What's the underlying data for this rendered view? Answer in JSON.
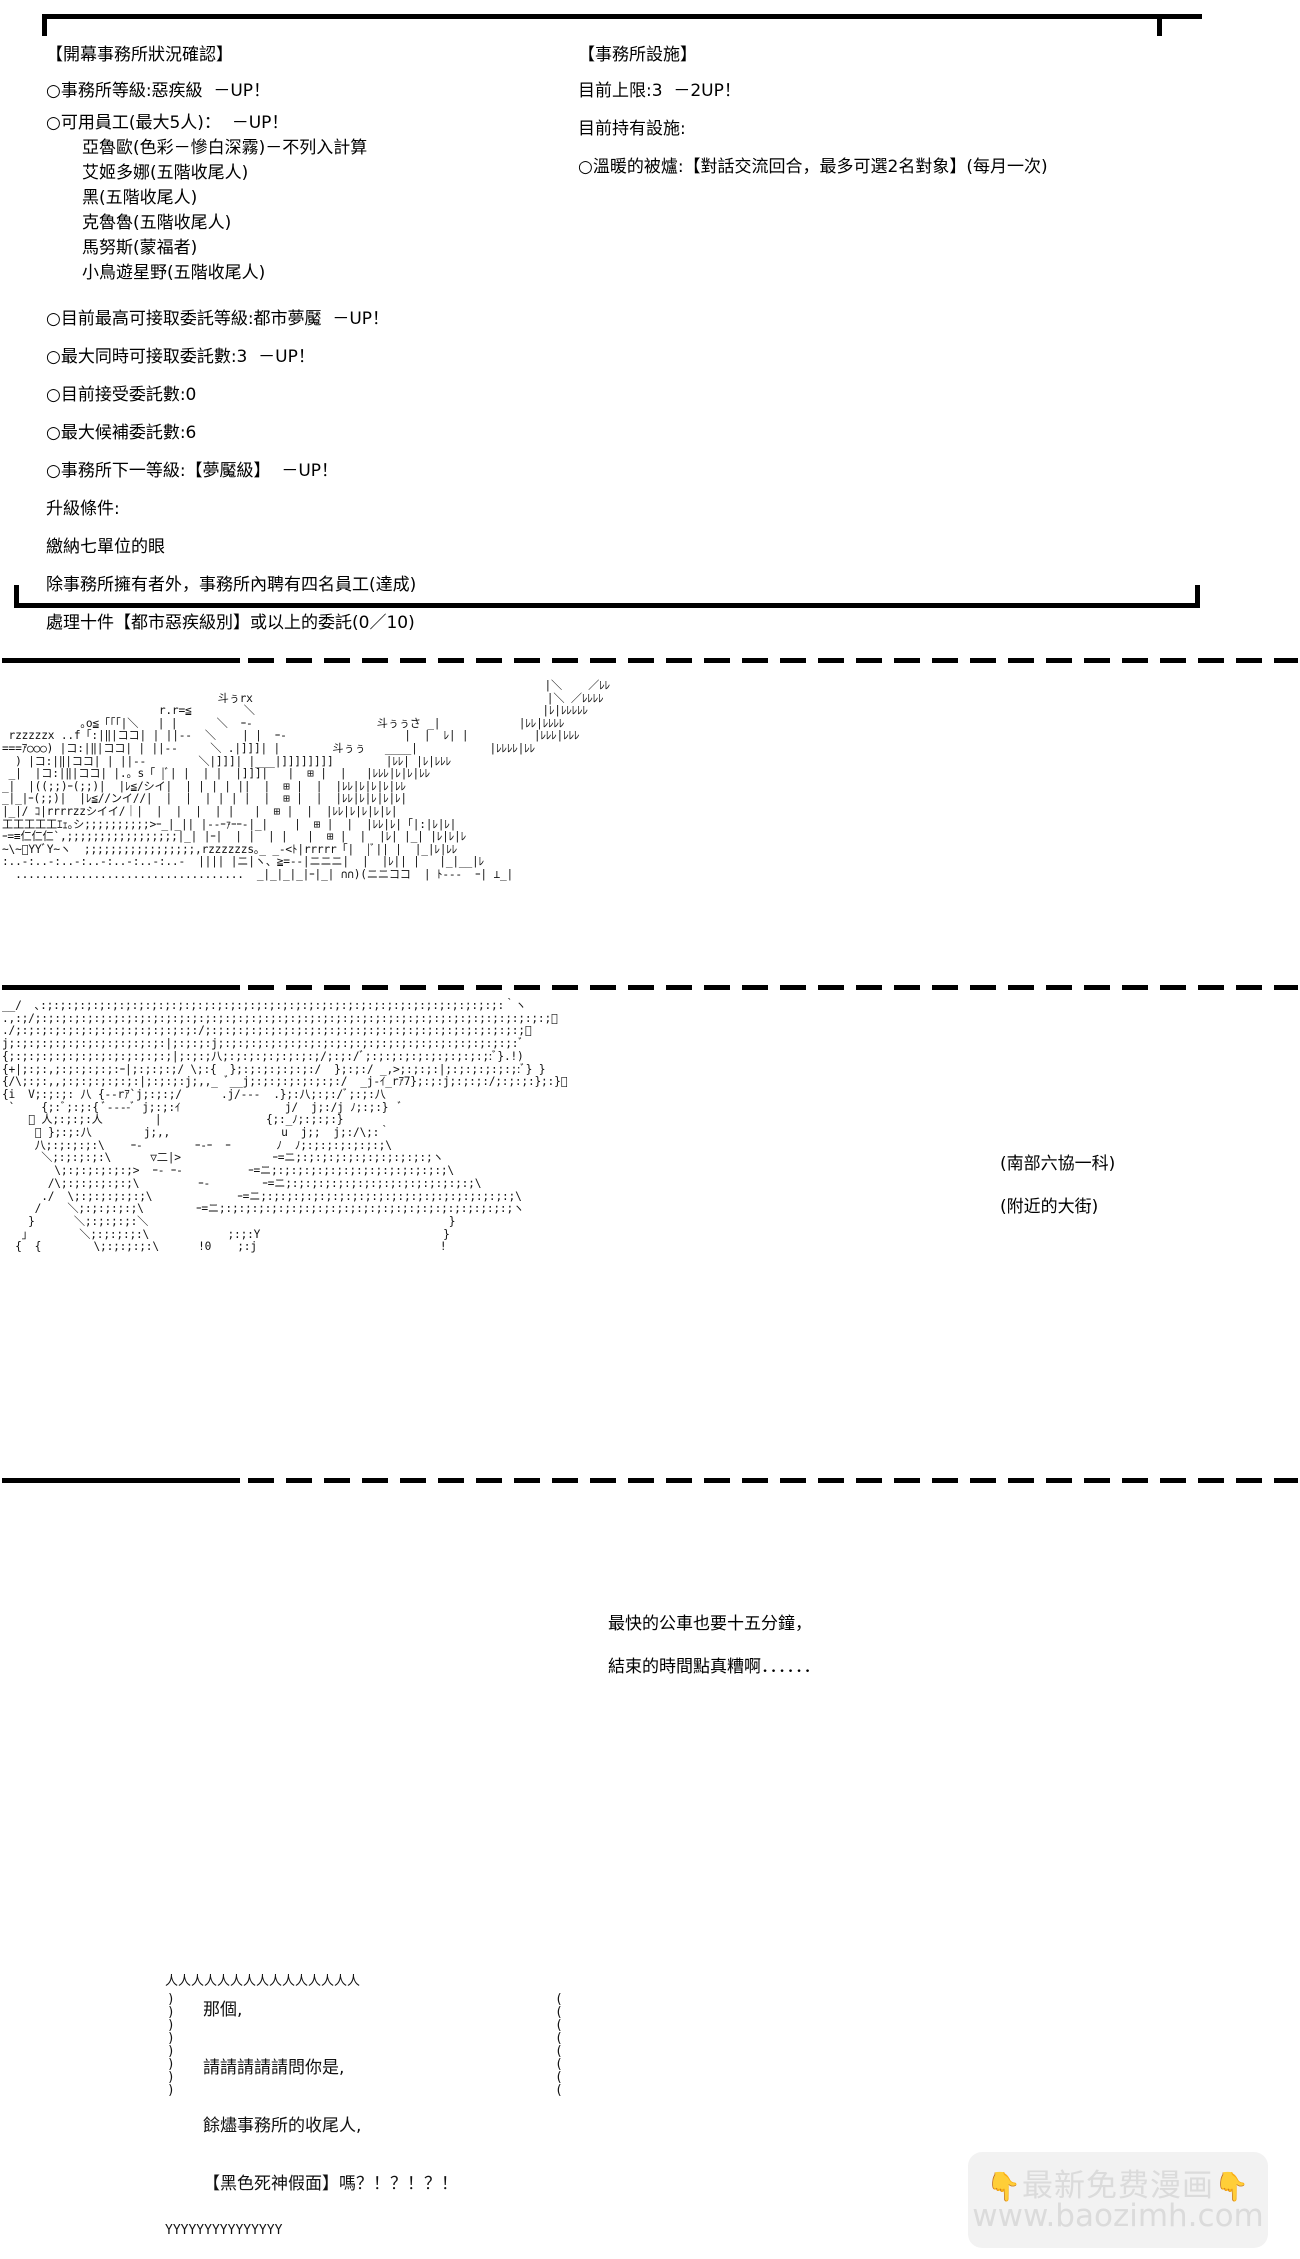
{
  "status_panel": {
    "left_column": {
      "heading": "【開幕事務所狀況確認】",
      "rank_line": "○事務所等級:惡疾級  －UP！",
      "staff_heading": "○可用員工(最大5人)：  －UP！",
      "staff": [
        "亞魯歐(色彩－慘白深霧)－不列入計算",
        "艾姬多娜(五階收尾人)",
        "黑(五階收尾人)",
        "克魯魯(五階收尾人)",
        "馬努斯(蒙福者)",
        "小鳥遊星野(五階收尾人)"
      ],
      "max_rank_line": "○目前最高可接取委託等級:都市夢魘  －UP！",
      "max_concurrent_line": "○最大同時可接取委託數:3  －UP！",
      "current_accepted_line": "○目前接受委託數:0",
      "max_candidate_line": "○最大候補委託數:6",
      "next_rank_line": "○事務所下一等級:【夢魘級】  －UP！",
      "upgrade_heading": "升級條件:",
      "upgrade_conditions": [
        "繳納七單位的眼",
        "除事務所擁有者外，事務所內聘有四名員工(達成)",
        "處理十件【都市惡疾級別】或以上的委託(0／10)"
      ]
    },
    "right_column": {
      "heading": "【事務所設施】",
      "limit_line": "目前上限:3  －2UP！",
      "owned_heading": "目前持有設施:",
      "facilities": [
        "○溫暖的被爐:【對話交流回合，最多可選2名對象】(每月一次)"
      ]
    }
  },
  "scene": {
    "location_label": "(南部六協一科)",
    "sublocation_label": "(附近的大街)",
    "city_art": "                                                                                   |＼    ／ﾚﾚ\n                                 斗ぅrx                                             |＼ ／ﾚﾚﾚﾚ\n                        r.r=≦        ＼                                            |ﾚ|ﾚﾚﾚﾚﾚ\n            ｡o≦「「「|＼   | |      ＼  ｰ-                   斗ぅぅさ _|            |ﾚﾚ|ﾚﾚﾚﾚ\n rzzzzzx ..f「:|‖|ココ| | ||--  ＼    | |  ｰ-                  |  |  ﾚ| |          |ﾚﾚﾚ|ﾚﾚﾚ\n===ｱ○○○) |コ:|‖|ココ| | ||--     ＼ .|]]]| |        斗ぅぅ   ____|           |ﾚﾚﾚﾚ|ﾚﾚ\n  ) |コ:|‖|ココ| | ||--        ＼|]]]| |___|]]]]]]]]        |ﾚﾚ| |ﾚ|ﾚﾚﾚ\n _|  |コ:|‖|ココ| |.。s「 |ﾞ| |  | |  |]]]|   |  ⊞ |  |   |ﾚﾚﾚ|ﾚ|ﾚ|ﾚﾚ\n_|  |((;;)ｰ(;;)|  |ﾚ≦/シイ|  | | | | ||  |  ⊞ |  |  |ﾚﾚ|ﾚ|ﾚ|ﾚ|ﾚﾚ\n_|_|ｰ(;;)|  |ﾚ≦//ンイ//|  |  |  | | | |  |  ⊞ |  |  |ﾚﾚ|ﾚ|ﾚ|ﾚ|ﾚ|\n|_|/ ｺ|rrrrzzシイイ/｜|  |  |  |  | |   |  ⊞ |  |  |ﾚﾚ|ﾚ|ﾚ|ﾚ|ﾚ|\n工工工工工ｴｪ｡シ;;;;;;;;;;>ｰ_|_|| |--ｰｧｰｰ-|_|    |  ⊞ |  |  |ﾚﾚ|ﾚ|「|:|ﾚ|ﾚ|\nｰ=≡仁仁仁`,;;;;;;;;;;;;;;;;;|_| |ｰ|  | |  | |   |  ⊞ |  |  |ﾚ| |_| |ﾚ|ﾚ|ﾚ\n~\\~ﾞYYﾞY~ヽ  ;;;;;;;;;;;;;;;;;,rzzzzzzs｡_ _-<ﾄ|rrrrr「|  |ﾞ|| |  |_|ﾚ|ﾚﾚ\n:..-:..-:..-:..-:..-:..-:..-  |||| |ニ|ヽ、≧=--|ニニニ|  |  |ﾚ|| |   |_|__|ﾚ\n  ...................................  _|_|_|_|ｰ|_| ∩∩)(ニニココ  | ﾄ---  ｰ| ⊥_|",
    "girl_art": "__/  ､:;:;:;:;:;:;:;:;:;:;:;:;:;:;:;:;:;:;:;:;:;:;:;:;:;:;:;:;:;:;:;:;:;:;:;:｀ヽ\n.,:;/;:;:;:;:;:;:;:;:;:;:;:;:;:;:;:;:;:;:;:;:;:;:;:;:;:;:;:;:;:;:;:;:;:;:;:;:;:;:;:;ﾞ\n./;:;:;:;:;:;:;:;:;:;:;:;:;:;:/;:;:;:;:;:;:;:;:;:;:;:;:;:;:;:;:;:;:;:;:;:;:;:;:;ﾞ\nj;:;:;:;:;:;:;:;:;:;:;:;:|;:;:;:j;:;:;:;:;:;:;:;:;:;:;:;:;:;:;:;:;:;:;:;:;:;:;:ﾞ\n{;:;:;:;:;:;:;:;:;:;:;:;:;|;:;:;八;:;:;:;:;:;:;:;/;:;:/ﾞ;:;:;:;:;:;:;:;:;:;:ﾞ}.!)\n{+|;:;:,;:;:;:;:;:ｰ|;:;:;:;/ \\;:{  };:;:;:;:;:;:/  };:;:/ _,>;:;:;:|;:;:;:;:;:;:ﾞ} }\n{/\\;:;:,,;:;:;:;:;:;:|;:;:;:j;,,_ ﾞ__j;:;:;:;:;:;:;:/  _j-ｲ_rｱ7};:;:j;:;:;:/;:;:;:};:}ﾞ\n{i  V;:;:;: 八 {--rｱ`j;:;:;/      .j/---  .};:八;:;:/ﾞ;:;:八\n `    {;:ﾞ;:;:{ ﾞ----ﾞ j;:;:ｲ                j/  j;:/j ﾉ;:;:}  ﾞ\n    ﾞ 人;:;:;:人        |                {;:_ﾉ;:;:;:}\n     ﾞ };:;:八        j;,,                 u  j;;  j;:/\\;:｀\n     八;:;:;:;:\\    ｰ-        ｰ-ｰ  ｰ       ﾉ  ﾉ;:;:;:;:;:;:;\\\n      ＼;:;:;:;:\\      ▽二|>              ｰ=ニ;:;:;:;:;:;:;:;:;:;:;ヽ\n        \\;:;:;:;:;:;>  ｰ- ｰ-          ｰ=ニ;:;:;:;:;:;:;:;:;:;:;:;:;:;\\\n       /\\;:;:;:;:;:;\\         ｰ-        ｰ=ニ;:;:;:;:;:;:;:;:;:;:;:;:;:;:;\\\n      ./  \\;:;:;:;:;:;\\             ｰ=ニ;:;:;:;:;:;:;:;:;:;:;:;:;:;:;:;:;:;:;:;\\\n     /    ＼;:;:;:;:;\\        ｰ=ニ;:;:;:;:;:;:;:;:;:;:;:;:;:;:;:;:;:;:;:;:;:;:;ヽ\n    }      ＼;:;:;:;:＼                                              }\n   ｣        ＼;:;:;:;:\\            ;:;:Y                            }\n  {  {        \\;:;:;:;:\\      !0    ;:j                            !",
    "dialogue_outside": [
      "最快的公車也要十五分鐘，",
      "結束的時間點真糟啊．．．．．．"
    ]
  },
  "balloon": {
    "top_edge": "人人人人人人人人人人人人人人人",
    "bottom_edge": "YYYYYYYYYYYYYYY",
    "left_edge": ")\n)\n)\n)\n)\n)\n)\n)",
    "right_edge": "(\n(\n(\n(\n(\n(\n(\n(",
    "lines": [
      "那個,",
      "請請請請請問你是,",
      "餘燼事務所的收尾人,",
      "【黑色死神假面】嗎？！？！？！"
    ]
  },
  "watermark": {
    "hand_left": "👇",
    "hand_right": "👇",
    "line1": "最新免费漫画",
    "line2": "www.baozimh.com"
  }
}
